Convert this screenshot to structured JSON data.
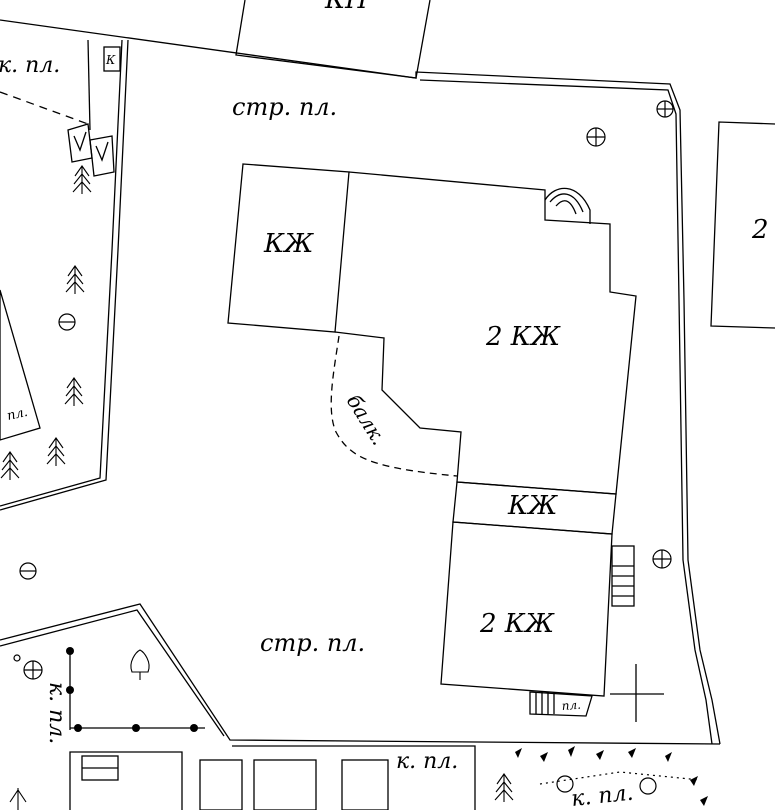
{
  "map": {
    "colors": {
      "line": "#000000",
      "background": "#ffffff"
    },
    "labels": {
      "top_building": "КН",
      "left_top_area": "к. пл.",
      "left_small_k": "К",
      "main_area_north": "стр. пл.",
      "building_kzh_1": "КЖ",
      "building_2kzh_1": "2 КЖ",
      "balcony": "балк.",
      "building_kzh_2": "КЖ",
      "building_2kzh_2": "2 КЖ",
      "main_area_south": "стр. пл.",
      "right_building": "2",
      "left_small_pl": "пл.",
      "left_road": "к. пл.",
      "bottom_road": "к. пл.",
      "bottom_right_area": "к. пл.",
      "small_pl": "пл."
    }
  }
}
